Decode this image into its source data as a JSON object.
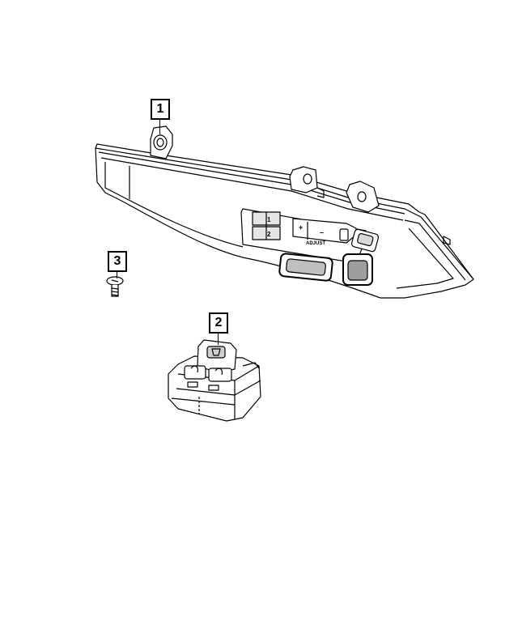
{
  "callouts": [
    {
      "label": "1"
    },
    {
      "label": "2"
    },
    {
      "label": "3"
    }
  ],
  "panel": {
    "memory_1": "1",
    "memory_2": "2",
    "plus": "+",
    "minus": "–",
    "adjust": "ADJUST"
  }
}
